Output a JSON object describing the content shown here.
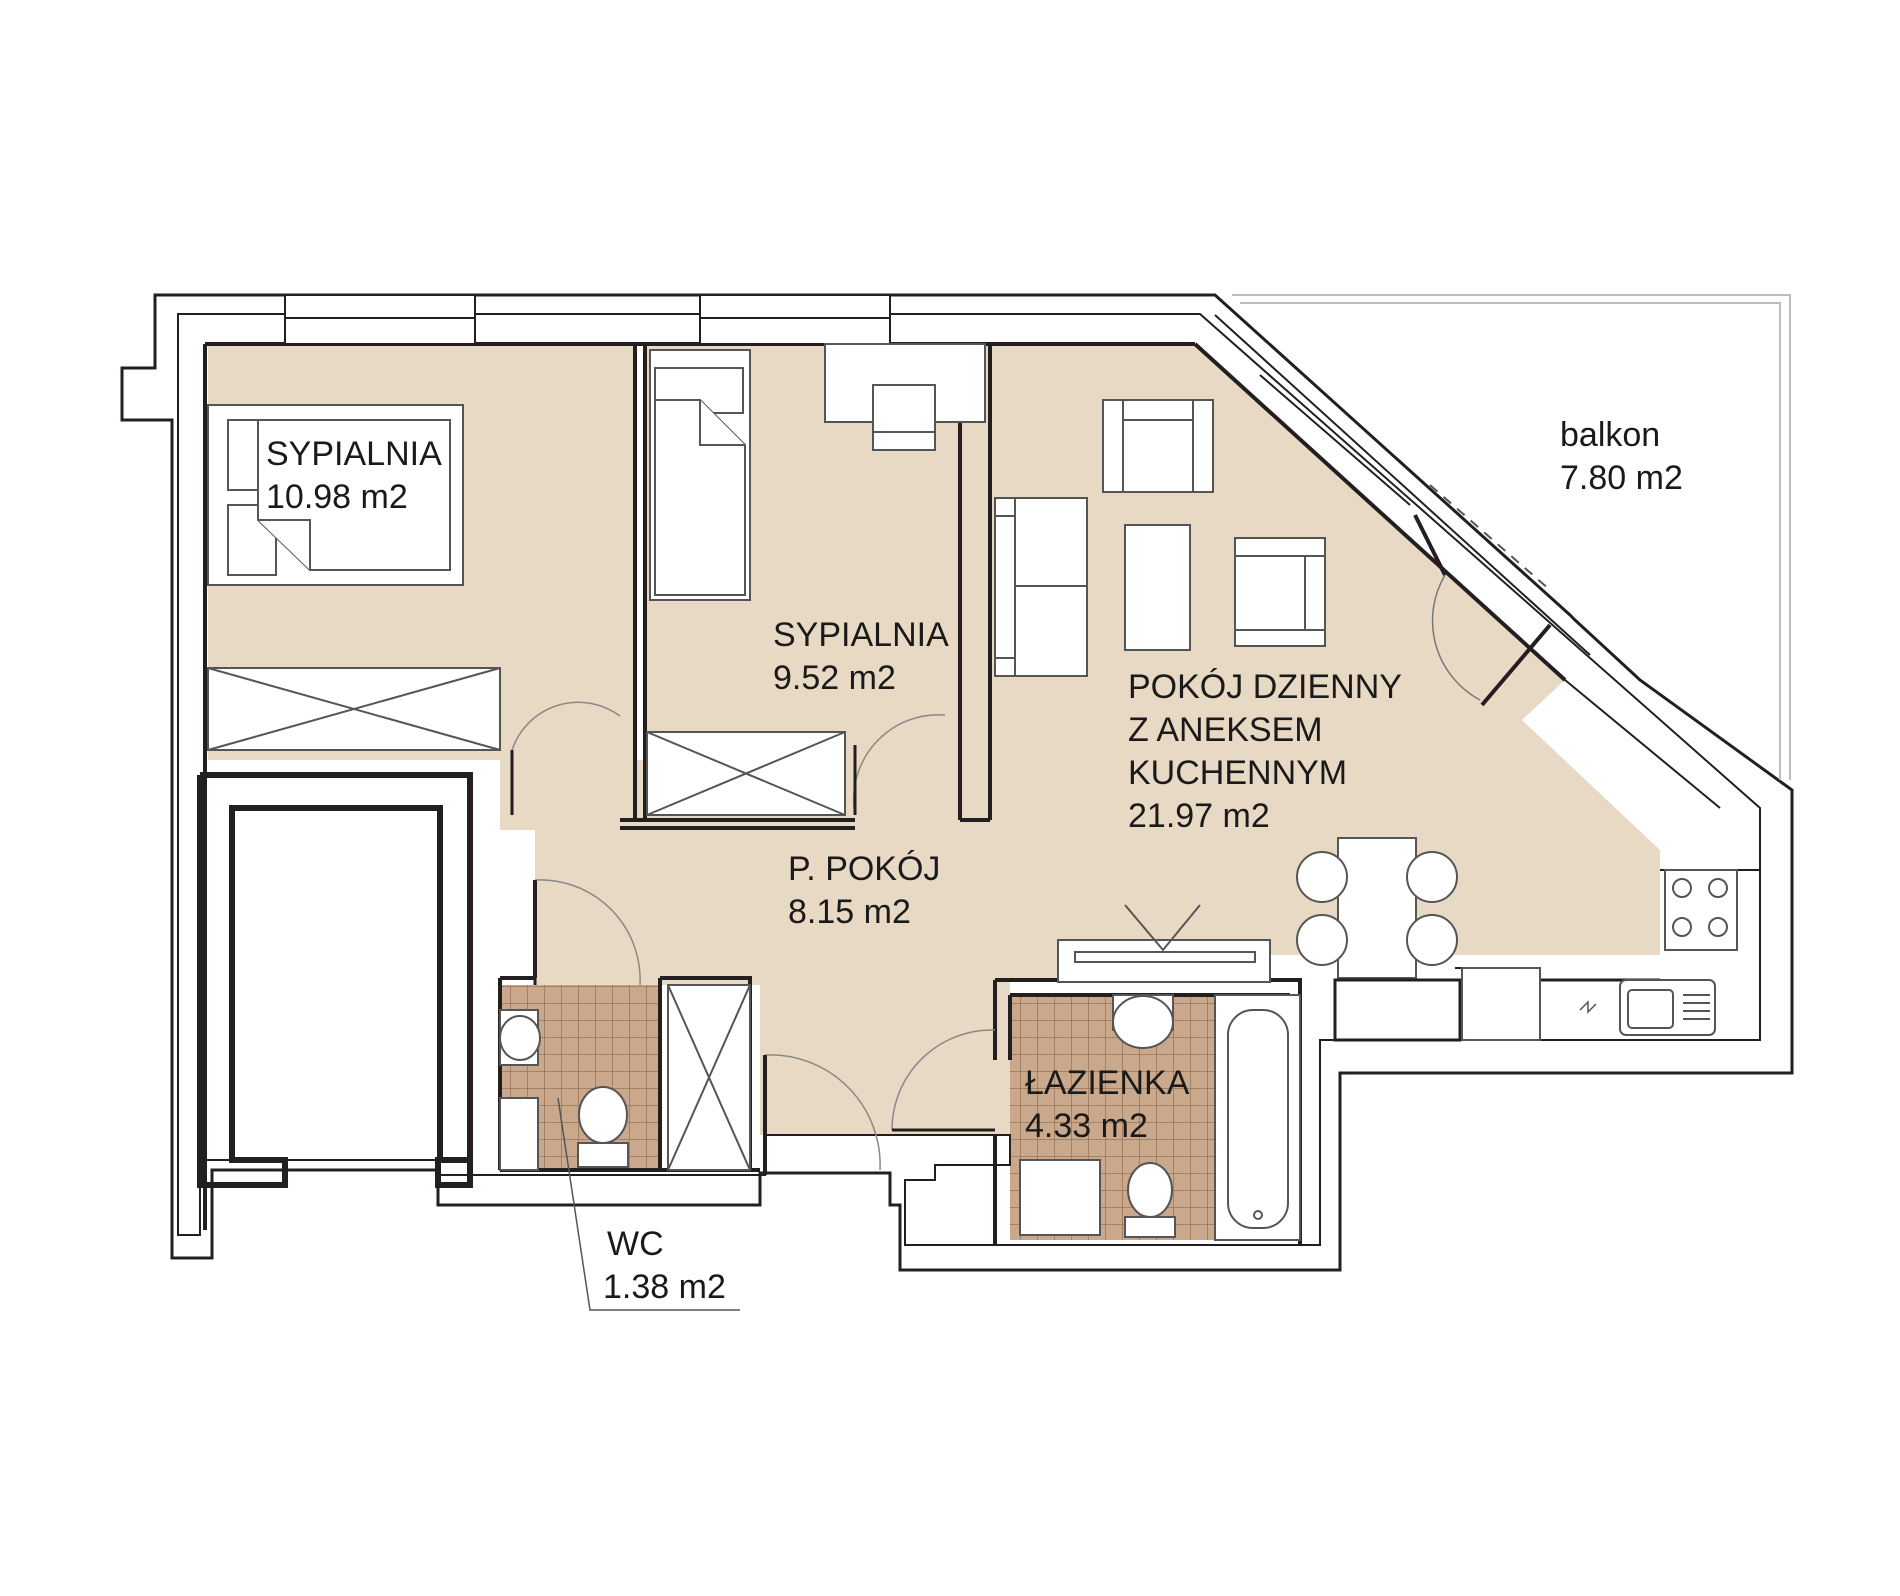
{
  "floor_plan": {
    "colors": {
      "floor": "#e8d9c4",
      "tile_fill": "#c9a88c",
      "tile_grid": "#9a7358",
      "wall": "#231f20",
      "fixture_line": "#555555"
    },
    "rooms": {
      "bedroom_1": {
        "name": "SYPIALNIA",
        "area": "10.98 m2"
      },
      "bedroom_2": {
        "name": "SYPIALNIA",
        "area": "9.52 m2"
      },
      "living": {
        "name_line1": "POKÓJ DZIENNY",
        "name_line2": "Z ANEKSEM",
        "name_line3": "KUCHENNYM",
        "area": "21.97 m2"
      },
      "hall": {
        "name": "P. POKÓJ",
        "area": "8.15 m2"
      },
      "bathroom": {
        "name": "ŁAZIENKA",
        "area": "4.33 m2"
      },
      "wc": {
        "name": "WC",
        "area": "1.38 m2"
      },
      "balcony": {
        "name": "balkon",
        "area": "7.80 m2"
      }
    },
    "icons": {
      "bed": "bed-icon",
      "desk": "desk-icon",
      "sofa": "sofa-icon",
      "armchair": "armchair-icon",
      "table": "dining-table-icon",
      "chair": "chair-icon",
      "stove": "stove-icon",
      "sink": "sink-icon",
      "toilet": "toilet-icon",
      "bathtub": "bathtub-icon",
      "wardrobe": "wardrobe-icon",
      "tv": "tv-icon"
    }
  }
}
